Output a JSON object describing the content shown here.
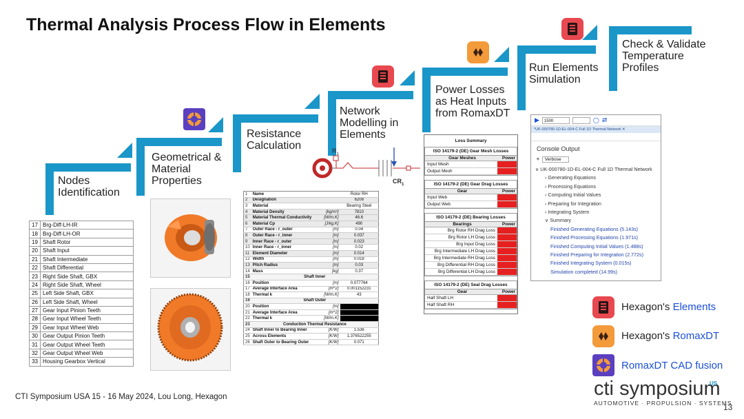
{
  "title": "Thermal Analysis Process Flow in Elements",
  "steps": [
    {
      "label": "Nodes\nIdentification"
    },
    {
      "label": "Geometrical &\nMaterial\nProperties"
    },
    {
      "label": "Resistance\nCalculation"
    },
    {
      "label": "Network\nModelling in\nElements"
    },
    {
      "label": "Power Losses\nas Heat Inputs\nfrom RomaxDT"
    },
    {
      "label": "Run Elements\nSimulation"
    },
    {
      "label": "Check & Validate\nTemperature\nProfiles"
    }
  ],
  "nodes_table": [
    [
      "17",
      "Brg-Diff-LH-IR"
    ],
    [
      "18",
      "Brg-Diff-LH-OR"
    ],
    [
      "19",
      "Shaft Rotor"
    ],
    [
      "20",
      "Shaft Input"
    ],
    [
      "21",
      "Shaft Intermediate"
    ],
    [
      "22",
      "Shaft Differential"
    ],
    [
      "23",
      "Right Side Shaft, GBX"
    ],
    [
      "24",
      "Right Side Shaft, Wheel"
    ],
    [
      "25",
      "Left Side Shaft, GBX"
    ],
    [
      "26",
      "Left Side Shaft, Wheel"
    ],
    [
      "27",
      "Gear Input Pinion Teeth"
    ],
    [
      "28",
      "Gear Input Wheel Teeth"
    ],
    [
      "29",
      "Gear Input Wheel Web"
    ],
    [
      "30",
      "Gear Output Pinion Teeth"
    ],
    [
      "31",
      "Gear Output Wheel Teeth"
    ],
    [
      "32",
      "Gear Output Wheel Web"
    ],
    [
      "33",
      "Housing Gearbox Vertical"
    ]
  ],
  "props_table": [
    {
      "i": "1",
      "name": "Name",
      "unit": "",
      "value": "Rotor RH",
      "shade": false
    },
    {
      "i": "2",
      "name": "Designation",
      "unit": "",
      "value": "6208",
      "shade": true
    },
    {
      "i": "3",
      "name": "Material",
      "unit": "",
      "value": "Bearing Steel",
      "shade": false
    },
    {
      "i": "4",
      "name": "Material Density",
      "unit": "[kg/m³]",
      "value": "7810",
      "shade": true
    },
    {
      "i": "5",
      "name": "Material Thermal Conductivity",
      "unit": "[W/m.K]",
      "value": "46.6",
      "shade": true
    },
    {
      "i": "6",
      "name": "Material Cp",
      "unit": "[J/kg.K]",
      "value": "490",
      "shade": true
    },
    {
      "i": "7",
      "name": "Outer Race - r_outer",
      "unit": "[m]",
      "value": "0.04",
      "shade": false
    },
    {
      "i": "8",
      "name": "Outer Race - r_inner",
      "unit": "[m]",
      "value": "0.037",
      "shade": true
    },
    {
      "i": "9",
      "name": "Inner Race - r_outer",
      "unit": "[m]",
      "value": "0.023",
      "shade": true
    },
    {
      "i": "10",
      "name": "Inner Race - r_inner",
      "unit": "[m]",
      "value": "0.02",
      "shade": false
    },
    {
      "i": "11",
      "name": "Element Diameter",
      "unit": "[m]",
      "value": "0.014",
      "shade": true
    },
    {
      "i": "12",
      "name": "Width",
      "unit": "[m]",
      "value": "0.018",
      "shade": false
    },
    {
      "i": "13",
      "name": "Pitch Radius",
      "unit": "[m]",
      "value": "0.03",
      "shade": true
    },
    {
      "i": "14",
      "name": "Mass",
      "unit": "[kg]",
      "value": "0.37",
      "shade": false
    },
    {
      "i": "15",
      "name": "Shaft Inner",
      "unit": "",
      "value": "",
      "section": true
    },
    {
      "i": "16",
      "name": "Position",
      "unit": "[m]",
      "value": "0.077764",
      "shade": false
    },
    {
      "i": "17",
      "name": "Average Interface Area",
      "unit": "[m^2]",
      "value": "0.001152231",
      "shade": false
    },
    {
      "i": "18",
      "name": "Thermal k",
      "unit": "[W/m.K]",
      "value": "43",
      "shade": false
    },
    {
      "i": "19",
      "name": "Shaft Outer",
      "unit": "",
      "value": "",
      "section": true
    },
    {
      "i": "20",
      "name": "Position",
      "unit": "[m]",
      "value": "",
      "black": true
    },
    {
      "i": "21",
      "name": "Average Interface Area",
      "unit": "[m^2]",
      "value": "",
      "black": true
    },
    {
      "i": "22",
      "name": "Thermal k",
      "unit": "[W/m.K]",
      "value": "",
      "black": true
    },
    {
      "i": "23",
      "name": "Conduction Thermal Resistance",
      "unit": "",
      "value": "",
      "section": true
    },
    {
      "i": "24",
      "name": "Shaft Inner to Bearing Inner",
      "unit": "[K/W]",
      "value": "1.536",
      "shade": false
    },
    {
      "i": "25",
      "name": "Across Elements",
      "unit": "[K/W]",
      "value": "1.376522255",
      "shade": false
    },
    {
      "i": "26",
      "name": "Shaft Outer to Bearing Outer",
      "unit": "[K/W]",
      "value": "0.071",
      "shade": false
    }
  ],
  "loss_summary": {
    "title": "Loss Summary",
    "blocks": [
      {
        "header": "ISO 14179-2 (DE) Gear Mesh Losses",
        "col": "Gear Meshes",
        "power": "Power",
        "rows": [
          "Input Mesh",
          "Output Mesh"
        ],
        "right": false
      },
      {
        "header": "ISO 14179-2 (DE) Gear Drag Losses",
        "col": "Gear",
        "power": "Power",
        "rows": [
          "Input Web",
          "Output Web"
        ],
        "right": false
      },
      {
        "header": "ISO 14179-2 (DE) Bearing Losses",
        "col": "Bearings",
        "power": "Power",
        "rows": [
          "Brg Rotor RH Drag Loss",
          "Brg Rotor LH Drag Loss",
          "Brg Input Drag Loss",
          "Brg Intermediate LH Drag Loss",
          "Brg Intermediate RH Drag Loss",
          "Brg Differential RH Drag Loss",
          "Brg Differential LH Drag Loss"
        ],
        "right": true
      },
      {
        "header": "ISO 14179-2 (DE) Seal Drag Losses",
        "col": "Gear",
        "power": "Power",
        "rows": [
          "Half Shaft LH",
          "Half Shaft RH"
        ],
        "right": false
      }
    ]
  },
  "network": {
    "r_label": "R",
    "r_sub": "1",
    "cr_label": "CR",
    "cr_sub": "1"
  },
  "console": {
    "toolbar_value": "1500",
    "tab": "*UK-000780-1D-EL-004-C Full 1D Thermal Network",
    "heading": "Console Output",
    "filter": "Verbose",
    "root": "UK-000780-1D-EL-004-C Full 1D Thermal Network",
    "items": [
      "Generating Equations",
      "Processing Equations",
      "Computing Initial Values",
      "Preparing for Integration",
      "Integrating System",
      "Summary"
    ],
    "finished": [
      "Finished Generating Equations (5.143s)",
      "Finished Processing Equations (1.971s)",
      "Finished Computing Initial Values (1.488s)",
      "Finished Preparing for Integration (2.772s)",
      "Finished Integrating System (0.015s)",
      "Simulation completed (14.99s)"
    ]
  },
  "legend": [
    {
      "prefix": "Hexagon's ",
      "highlight": "Elements"
    },
    {
      "prefix": "Hexagon's ",
      "highlight": "RomaxDT"
    },
    {
      "prefix": "",
      "highlight": "RomaxDT CAD fusion"
    }
  ],
  "footer": "CTI Symposium USA 15 - 16 May 2024, Lou Long, Hexagon",
  "page_number": "13",
  "branding": {
    "cti": "cti",
    "symposium": "symposium",
    "us": "US",
    "sub": "AUTOMOTIVE · PROPULSION · SYSTEMS"
  },
  "colors": {
    "accent": "#1a96c8",
    "elements_red": "#e8484f",
    "romax_orange": "#f39a3a",
    "loss_red": "#e62020"
  }
}
